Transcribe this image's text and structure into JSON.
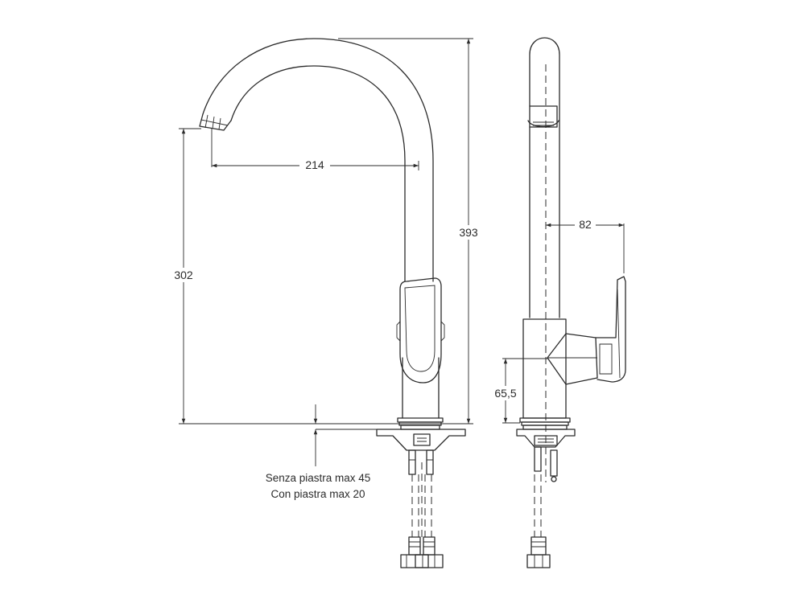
{
  "dimensions": {
    "reach": "214",
    "spout_height": "302",
    "total_height": "393",
    "side_offset": "82",
    "body_height": "65,5"
  },
  "notes": {
    "without_plate": "Senza piastra max 45",
    "with_plate": "Con piastra max 20"
  }
}
